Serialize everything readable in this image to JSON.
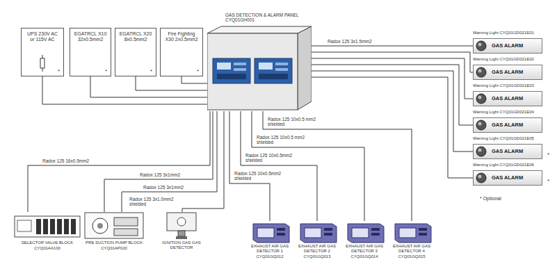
{
  "diagram": {
    "nodes": [
      {
        "text": [
          "UPS 230V AC or 115V AC"
        ]
      },
      {
        "text": [
          "EGATRCL X10 32x0.5mm2"
        ]
      },
      {
        "text": [
          "EGATRCL X20 8x0.5mm2"
        ]
      },
      {
        "text": [
          "Fire Fighting X30 2x0.5mm2"
        ]
      },
      {
        "text": [
          "GAS DETECTION & ALARM PANEL",
          "CYQ01GH001"
        ]
      },
      {
        "text": [
          "Warning Light CYQ01GD021E01",
          "GAS ALARM"
        ]
      },
      {
        "text": [
          "Warning Light CYQ01GD021E02",
          "GAS ALARM"
        ]
      },
      {
        "text": [
          "Warning Light CYQ01GD021E03",
          "GAS ALARM"
        ]
      },
      {
        "text": [
          "Warning Light CYQ01GD021E04",
          "GAS ALARM"
        ]
      },
      {
        "text": [
          "Warning Light CYQ01GD021E05",
          "GAS ALARM"
        ]
      },
      {
        "text": [
          "Warning Light CYQ01GD021E06",
          "GAS ALARM"
        ]
      },
      {
        "text": [
          "SELECTOR VALVE BLOCK",
          "CYQ01AA100"
        ]
      },
      {
        "text": [
          "PRE SUCTION PUMP BLOCK",
          "CYQ01AP020"
        ]
      },
      {
        "text": [
          "IGNITION GAS GAS DETECTOR"
        ]
      },
      {
        "text": [
          "EXHAUST AIR GAS DETECTOR 1",
          "CYQ01GQ012"
        ]
      },
      {
        "text": [
          "EXHAUST AIR GAS DETECTOR 2",
          "CYQ01GQ013"
        ]
      },
      {
        "text": [
          "EXHAUST AIR GAS DETECTOR 3",
          "CYQ01GQ014"
        ]
      },
      {
        "text": [
          "EXHAUST AIR GAS DETECTOR 4",
          "CYQ01GQ015"
        ]
      }
    ],
    "edges": [
      {
        "from": 0,
        "to": 4,
        "arrow": "none"
      },
      {
        "from": 1,
        "to": 4,
        "arrow": "none"
      },
      {
        "from": 2,
        "to": 4,
        "arrow": "none"
      },
      {
        "from": 3,
        "to": 4,
        "arrow": "none"
      },
      {
        "from": 4,
        "to": 5,
        "label": "Radox 125 3x1.5mm2",
        "arrow": "none"
      },
      {
        "from": 4,
        "to": 6,
        "arrow": "none"
      },
      {
        "from": 4,
        "to": 7,
        "arrow": "none"
      },
      {
        "from": 4,
        "to": 8,
        "arrow": "none"
      },
      {
        "from": 4,
        "to": 9,
        "arrow": "none"
      },
      {
        "from": 4,
        "to": 10,
        "arrow": "none"
      },
      {
        "from": 4,
        "to": 11,
        "label": "Radox 125 16x0.5mm2",
        "arrow": "none"
      },
      {
        "from": 4,
        "to": 12,
        "label": "Radox 125 3x1mm2",
        "arrow": "none"
      },
      {
        "from": 4,
        "to": 12,
        "label": "Radox 125 3x1mm2",
        "arrow": "none"
      },
      {
        "from": 4,
        "to": 13,
        "label": "Radox 125 3x1.0mm2 shielded",
        "arrow": "none"
      },
      {
        "from": 4,
        "to": 14,
        "label": "Radox 125 10x0.5mm2 shielded",
        "arrow": "none"
      },
      {
        "from": 4,
        "to": 15,
        "label": "Radox 125 10x0.5mm2 shielded",
        "arrow": "none"
      },
      {
        "from": 4,
        "to": 16,
        "label": "Radox 125 10x0.5 mm2 shielded",
        "arrow": "none"
      },
      {
        "from": 4,
        "to": 17,
        "label": "Radox 125 10x0.5 mm2 shielded",
        "arrow": "none"
      }
    ],
    "labels": [
      "*",
      "*",
      "*",
      "*",
      "*",
      "*",
      "* Optional"
    ]
  }
}
